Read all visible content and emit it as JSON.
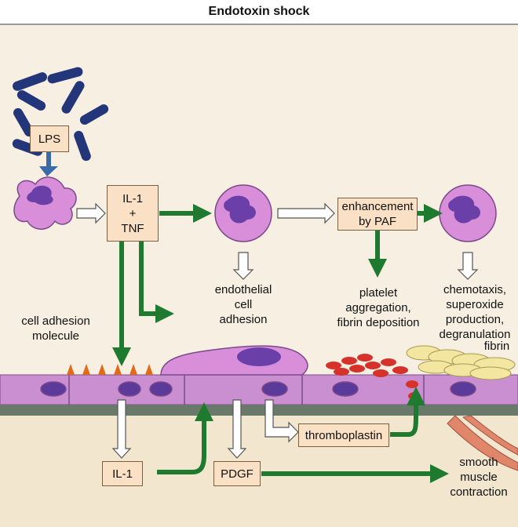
{
  "title": "Endotoxin shock",
  "boxes": {
    "lps": "LPS",
    "il1_tnf_line1": "IL-1",
    "il1_tnf_line2": "+",
    "il1_tnf_line3": "TNF",
    "paf_line1": "enhancement",
    "paf_line2": "by PAF",
    "thromboplastin": "thromboplastin",
    "il1_bottom": "IL-1",
    "pdgf": "PDGF"
  },
  "labels": {
    "endothelial_line1": "endothelial",
    "endothelial_line2": "cell",
    "endothelial_line3": "adhesion",
    "platelet_line1": "platelet",
    "platelet_line2": "aggregation,",
    "platelet_line3": "fibrin deposition",
    "chemo_line1": "chemotaxis,",
    "chemo_line2": "superoxide",
    "chemo_line3": "production,",
    "chemo_line4": "degranulation",
    "cam_line1": "cell adhesion",
    "cam_line2": "molecule",
    "fibrin": "fibrin",
    "smooth_line1": "smooth",
    "smooth_line2": "muscle",
    "smooth_line3": "contraction"
  },
  "colors": {
    "green_arrow": "#1e7a2e",
    "white_arrow": "#ffffff",
    "box_fill": "#fae0c4",
    "bacteria": "#23367a",
    "cell_pink": "#d88ed8",
    "nucleus": "#6a3fa8",
    "red_cells": "#d6312a",
    "fibrin": "#f2e6a0"
  }
}
